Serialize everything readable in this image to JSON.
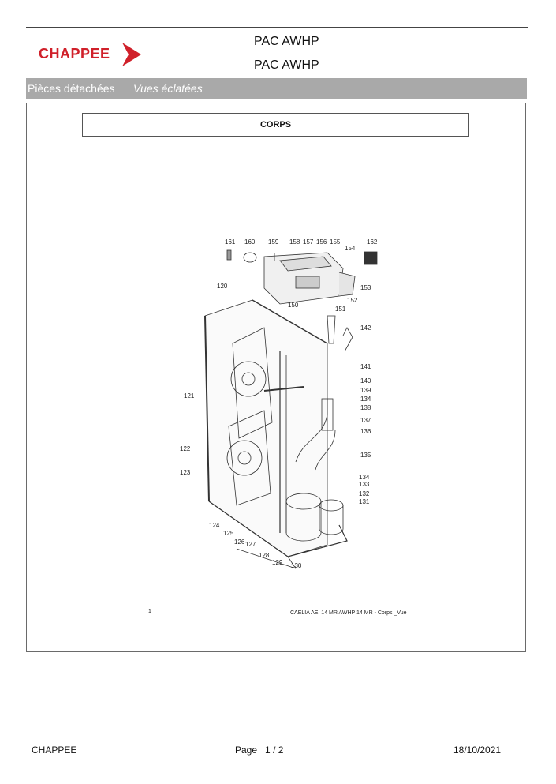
{
  "header": {
    "logo_text": "CHAPPEE",
    "title_line1": "PAC AWHP",
    "title_line2": "PAC AWHP"
  },
  "tabs": {
    "spare_parts": "Pièces détachées",
    "exploded_views": "Vues éclatées"
  },
  "section": {
    "caption": "CORPS",
    "figure_number": "1",
    "figure_reference": "CAELIA AEI 14 MR  AWHP 14 MR - Corps _Vue"
  },
  "diagram": {
    "callouts": [
      "161",
      "160",
      "159",
      "158",
      "157",
      "156",
      "155",
      "154",
      "162",
      "153",
      "152",
      "151",
      "150",
      "120",
      "142",
      "141",
      "140",
      "139",
      "134",
      "138",
      "137",
      "136",
      "121",
      "135",
      "122",
      "123",
      "134",
      "133",
      "132",
      "131",
      "124",
      "125",
      "126",
      "127",
      "128",
      "129",
      "130"
    ]
  },
  "footer": {
    "brand": "CHAPPEE",
    "page_label": "Page",
    "page_current": "1",
    "page_separator": "/",
    "page_total": "2",
    "date": "18/10/2021"
  },
  "colors": {
    "brand_red": "#d0202a",
    "tab_bar": "#a9a9a9"
  }
}
